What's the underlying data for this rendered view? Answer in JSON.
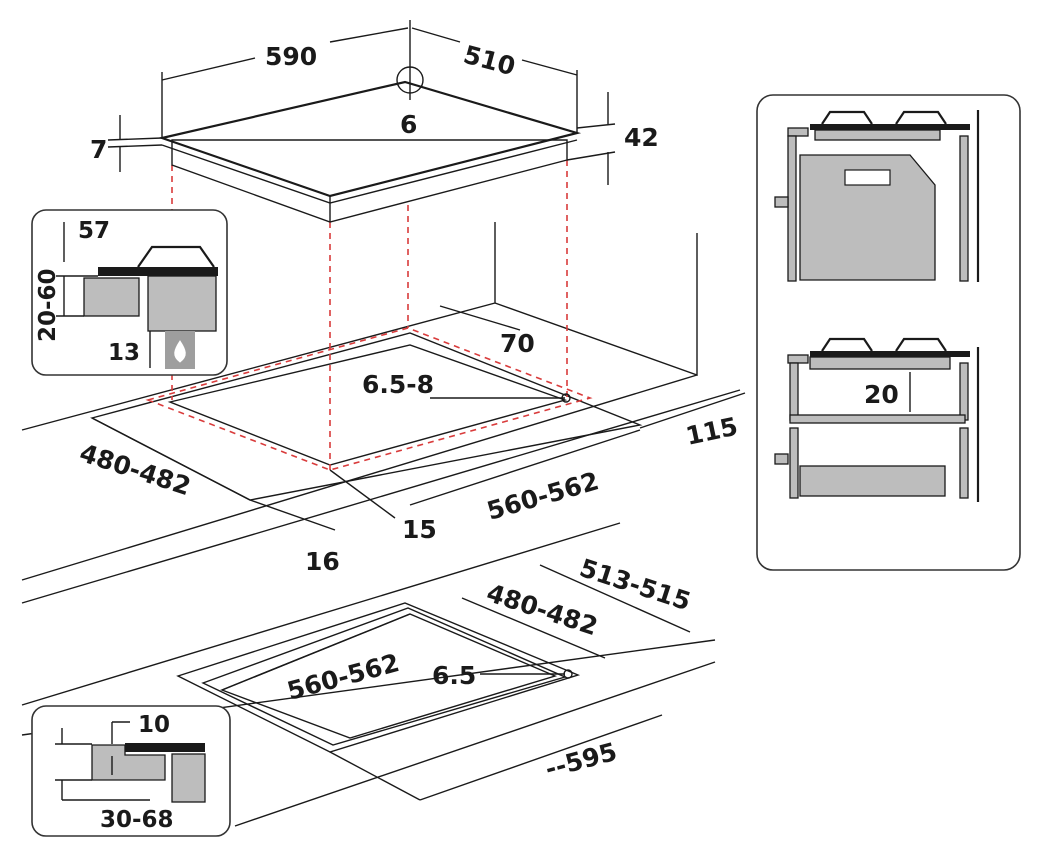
{
  "top_diagram": {
    "width": "590",
    "depth": "510",
    "corner_radius": "6",
    "glass_thickness": "7",
    "height_total": "42",
    "cutout_offset": "70",
    "corner_cut": "6.5-8",
    "cutout_depth": "480-482",
    "cutout_width": "560-562",
    "back_distance": "115",
    "front_min": "15",
    "front_edge": "16"
  },
  "left_detail": {
    "burner_height": "57",
    "worktop_thickness": "20-60",
    "gas_clearance": "13"
  },
  "right_detail": {
    "clearance": "20"
  },
  "bottom_diagram": {
    "outer_depth": "513-515",
    "inner_depth": "480-482",
    "inner_width": "560-562",
    "corner": "6.5",
    "outer_width": "--595"
  },
  "bottom_detail": {
    "recess_depth": "10",
    "worktop_range": "30-68"
  }
}
